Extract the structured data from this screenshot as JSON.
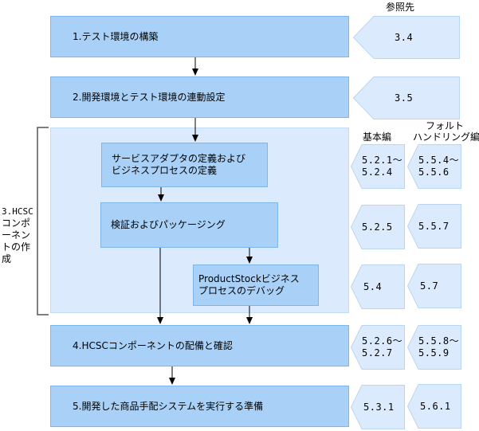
{
  "headers": {
    "reference": "参照先",
    "basic": "基本編",
    "fault_handling_line1": "フォルト",
    "fault_handling_line2": "ハンドリング編"
  },
  "steps": [
    {
      "label": "1.テスト環境の構築",
      "ref": "3.4"
    },
    {
      "label": "2.開発環境とテスト環境の連動設定",
      "ref": "3.5"
    },
    {
      "label": "4.HCSCコンポーネントの配備と確認",
      "ref_basic": [
        "5.2.6～",
        "5.2.7"
      ],
      "ref_fault": [
        "5.5.8～",
        "5.5.9"
      ]
    },
    {
      "label": "5.開発した商品手配システムを実行する準備",
      "ref_basic": [
        "5.3.1"
      ],
      "ref_fault": [
        "5.6.1"
      ]
    }
  ],
  "group": {
    "label_lines": [
      "3.HCSC",
      "コンポ",
      "ーネン",
      "トの作",
      "成"
    ],
    "substeps": [
      {
        "lines": [
          "サービスアダプタの定義および",
          "ビジネスプロセスの定義"
        ],
        "ref_basic": [
          "5.2.1～",
          "5.2.4"
        ],
        "ref_fault": [
          "5.5.4～",
          "5.5.6"
        ]
      },
      {
        "lines": [
          "検証およびパッケージング"
        ],
        "ref_basic": [
          "5.2.5"
        ],
        "ref_fault": [
          "5.5.7"
        ]
      },
      {
        "lines": [
          "ProductStockビジネス",
          "プロセスのデバッグ"
        ],
        "ref_basic": [
          "5.4"
        ],
        "ref_fault": [
          "5.7"
        ]
      }
    ]
  },
  "colors": {
    "step_fill": "#a9d1f7",
    "step_border": "#7fb6ea",
    "group_fill": "#dbeafc",
    "ref_fill": "#dbeafc",
    "ref_border": "#b8d6f3"
  }
}
